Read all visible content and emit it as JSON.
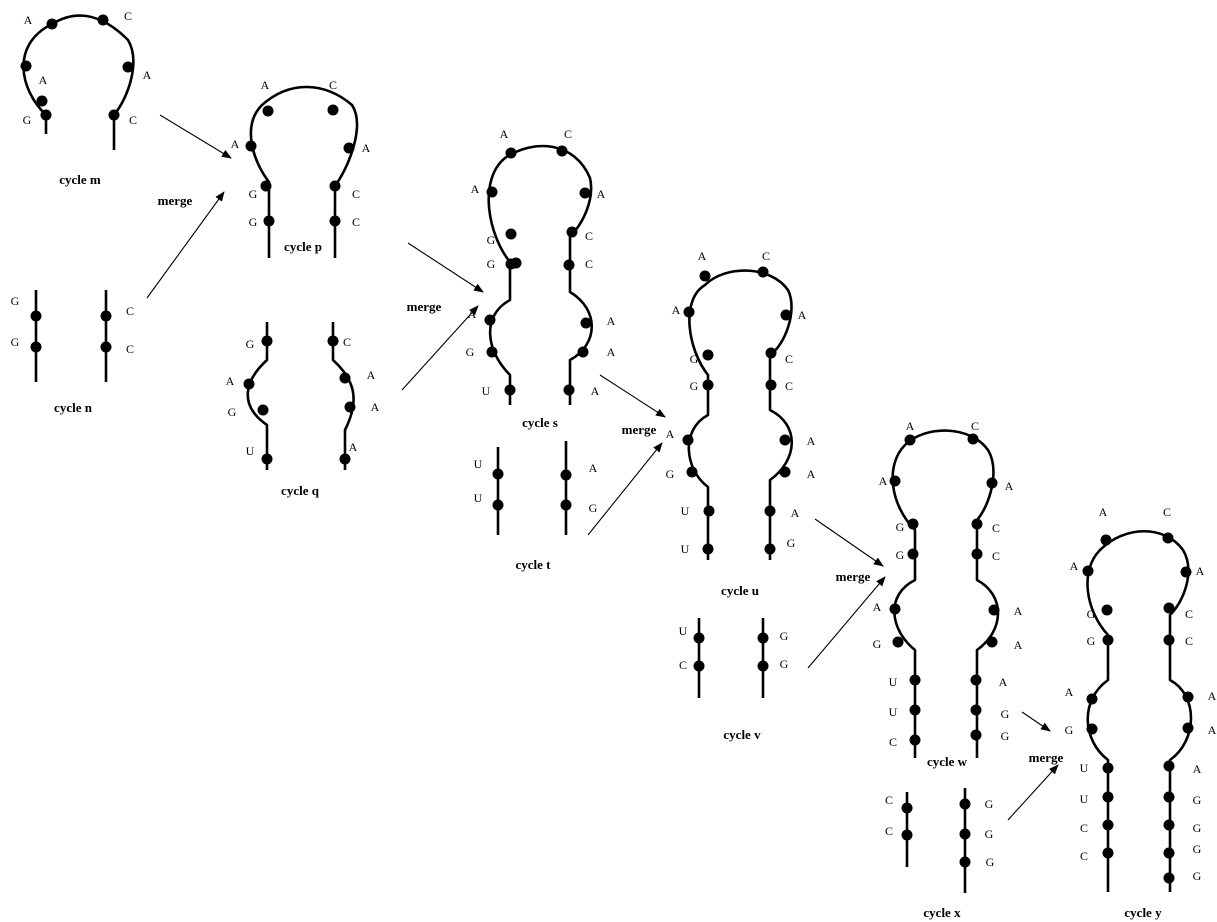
{
  "operation_label": "merge",
  "cycles": [
    {
      "id": "m",
      "label": "cycle m",
      "left": [
        "A",
        "A",
        "G"
      ],
      "right": [
        "C",
        "A",
        "C"
      ]
    },
    {
      "id": "n",
      "label": "cycle n",
      "left": [
        "G",
        "G"
      ],
      "right": [
        "C",
        "C"
      ]
    },
    {
      "id": "p",
      "label": "cycle p",
      "left": [
        "A",
        "A",
        "G",
        "G"
      ],
      "right": [
        "C",
        "A",
        "C",
        "C"
      ]
    },
    {
      "id": "q",
      "label": "cycle q",
      "left": [
        "G",
        "A",
        "G",
        "U"
      ],
      "right": [
        "C",
        "A",
        "A",
        "A"
      ]
    },
    {
      "id": "s",
      "label": "cycle s",
      "left": [
        "A",
        "A",
        "G",
        "G",
        "A",
        "G",
        "U"
      ],
      "right": [
        "C",
        "A",
        "C",
        "C",
        "A",
        "A",
        "A"
      ]
    },
    {
      "id": "t",
      "label": "cycle t",
      "left": [
        "U",
        "U"
      ],
      "right": [
        "A",
        "G"
      ]
    },
    {
      "id": "u",
      "label": "cycle u",
      "left": [
        "A",
        "A",
        "G",
        "G",
        "A",
        "G",
        "U",
        "U"
      ],
      "right": [
        "C",
        "A",
        "C",
        "C",
        "A",
        "A",
        "A",
        "G"
      ]
    },
    {
      "id": "v",
      "label": "cycle v",
      "left": [
        "U",
        "C"
      ],
      "right": [
        "G",
        "G"
      ]
    },
    {
      "id": "w",
      "label": "cycle w",
      "left": [
        "A",
        "A",
        "G",
        "G",
        "A",
        "G",
        "U",
        "U",
        "C"
      ],
      "right": [
        "C",
        "A",
        "C",
        "C",
        "A",
        "A",
        "A",
        "G",
        "G"
      ]
    },
    {
      "id": "x",
      "label": "cycle x",
      "left": [
        "C",
        "C"
      ],
      "right": [
        "G",
        "G",
        "G"
      ]
    },
    {
      "id": "y",
      "label": "cycle y",
      "left": [
        "A",
        "A",
        "G",
        "G",
        "A",
        "G",
        "U",
        "U",
        "C",
        "C"
      ],
      "right": [
        "C",
        "A",
        "C",
        "C",
        "A",
        "A",
        "A",
        "G",
        "G",
        "G",
        "G"
      ]
    }
  ],
  "merges": [
    {
      "from": [
        "m",
        "n"
      ],
      "to": "p"
    },
    {
      "from": [
        "p",
        "q"
      ],
      "to": "s"
    },
    {
      "from": [
        "s",
        "t"
      ],
      "to": "u"
    },
    {
      "from": [
        "u",
        "v"
      ],
      "to": "w"
    },
    {
      "from": [
        "w",
        "x"
      ],
      "to": "y"
    }
  ]
}
